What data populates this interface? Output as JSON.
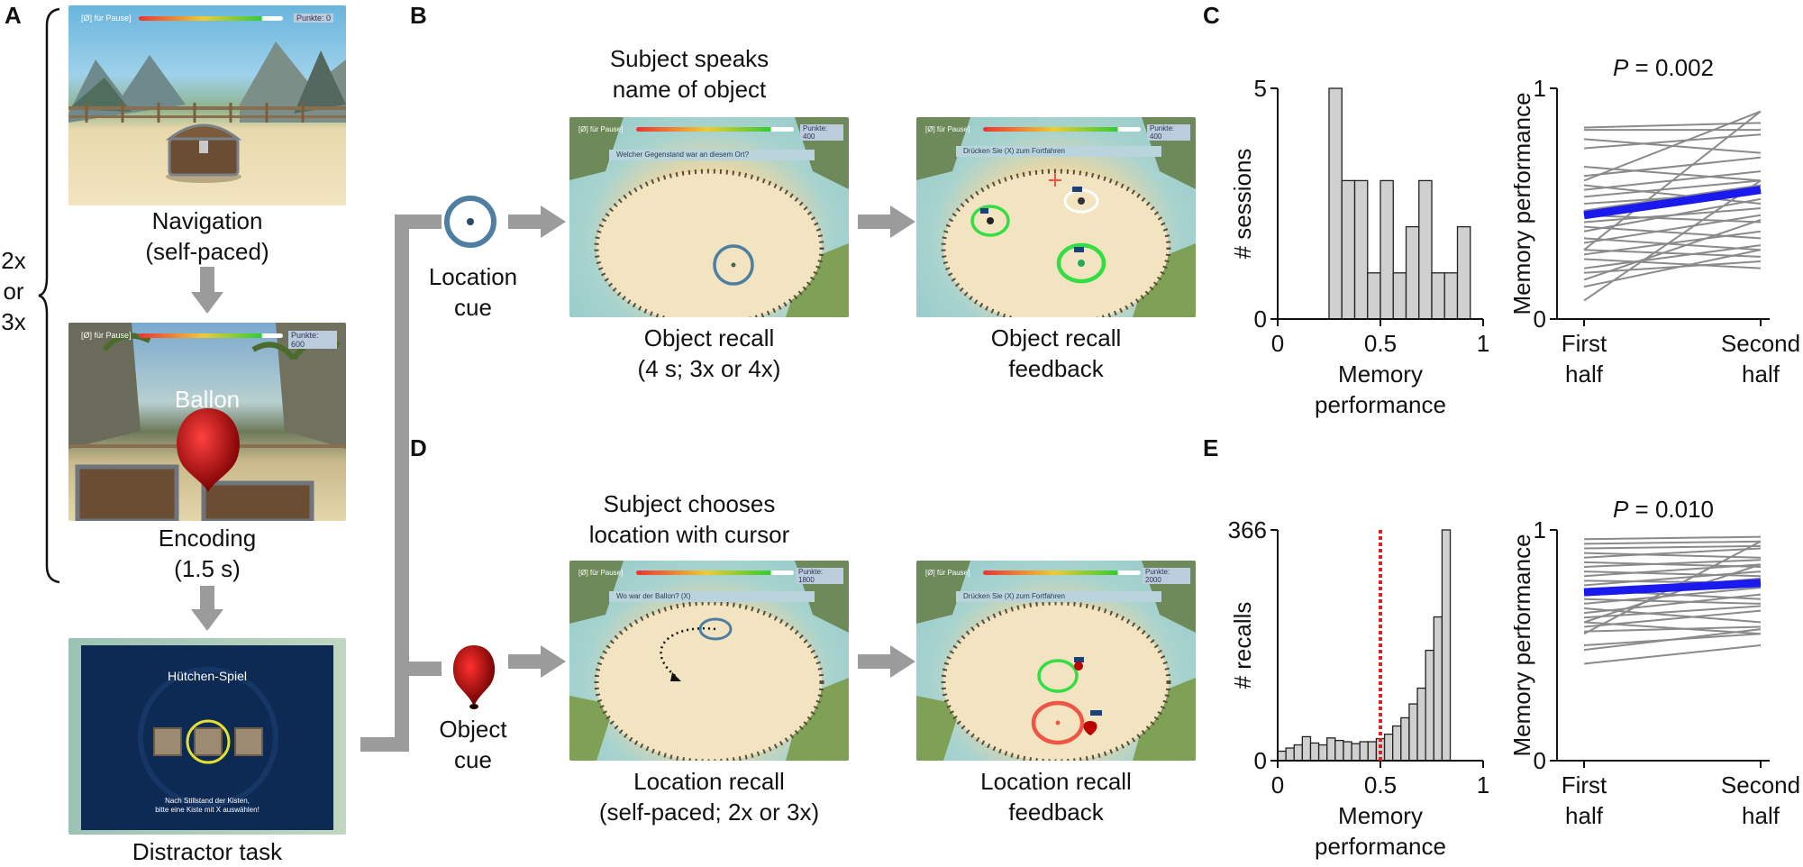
{
  "panels": {
    "a": "A",
    "b": "B",
    "c": "C",
    "d": "D",
    "e": "E"
  },
  "repeat": {
    "line1": "2x",
    "line2": "or",
    "line3": "3x"
  },
  "captions": {
    "navigation": {
      "line1": "Navigation",
      "line2": "(self-paced)"
    },
    "encoding": {
      "line1": "Encoding",
      "line2": "(1.5 s)"
    },
    "distractor": "Distractor task",
    "speaks": {
      "line1": "Subject speaks",
      "line2": "name of object"
    },
    "location_cue": {
      "line1": "Location",
      "line2": "cue"
    },
    "object_recall": {
      "line1": "Object recall",
      "line2": "(4 s; 3x or 4x)"
    },
    "object_feedback": {
      "line1": "Object recall",
      "line2": "feedback"
    },
    "chooses": {
      "line1": "Subject chooses",
      "line2": "location with cursor"
    },
    "object_cue": {
      "line1": "Object",
      "line2": "cue"
    },
    "location_recall": {
      "line1": "Location recall",
      "line2": "(self-paced; 2x or 3x)"
    },
    "location_feedback": {
      "line1": "Location recall",
      "line2": "feedback"
    }
  },
  "screens": {
    "nav_hud_left": "[Ø] für Pause]",
    "nav_score": "Punkte: 0",
    "enc_hud_left": "[Ø] für Pause]",
    "enc_score": "Punkte: 600",
    "balloon_label": "Ballon",
    "distractor_title": "Hütchen-Spiel",
    "distractor_instr1": "Nach Stillstand der Kisten,",
    "distractor_instr2": "bitte eine Kiste mit X auswählen!",
    "or_hud_left": "[Ø] für Pause]",
    "or_score": "Punkte: 400",
    "or_prompt": "Welcher Gegenstand war an diesem Ort?",
    "of_hud_left": "[Ø] für Pause]",
    "of_score": "Punkte: 400",
    "of_prompt": "Drücken Sie (X) zum Fortfahren",
    "lr_hud_left": "[Ø] für Pause]",
    "lr_score": "Punkte: 1800",
    "lr_prompt": "Wo war der Ballon? (X)",
    "lf_hud_left": "[Ø] für Pause]",
    "lf_score": "Punkte: 2000",
    "lf_prompt": "Drücken Sie (X) zum Fortfahren"
  },
  "colors": {
    "arrow": "#9b9b9b",
    "cue_blue": "#4e7fa3",
    "bar_gray": "#d0d0d0",
    "mean_line": "#1a1aee",
    "chance_red": "#e32020",
    "feedback_green": "#33dd44",
    "feedback_red": "#ee5544"
  },
  "chart_data": [
    {
      "type": "bar",
      "panel": "C-left",
      "xlabel": "Memory performance",
      "ylabel": "# sessions",
      "xlim": [
        0,
        1
      ],
      "ylim": [
        0,
        5
      ],
      "xticks": [
        "0",
        "0.5",
        "1"
      ],
      "yticks": [
        "0",
        "5"
      ],
      "bin_start": 0.25,
      "bin_width": 0.0625,
      "values": [
        5,
        3,
        3,
        1,
        3,
        1,
        2,
        3,
        1,
        1,
        2
      ]
    },
    {
      "type": "line",
      "panel": "C-right",
      "title": "P = 0.002",
      "title_p": "P",
      "title_rest": " = 0.002",
      "ylabel": "Memory performance",
      "ylim": [
        0,
        1
      ],
      "yticks": [
        "0",
        "1"
      ],
      "categories": [
        {
          "line1": "First",
          "line2": "half"
        },
        {
          "line1": "Second",
          "line2": "half"
        }
      ],
      "subjects": [
        [
          0.83,
          0.85
        ],
        [
          0.82,
          0.82
        ],
        [
          0.78,
          0.72
        ],
        [
          0.74,
          0.8
        ],
        [
          0.66,
          0.6
        ],
        [
          0.62,
          0.7
        ],
        [
          0.58,
          0.5
        ],
        [
          0.56,
          0.64
        ],
        [
          0.5,
          0.55
        ],
        [
          0.47,
          0.58
        ],
        [
          0.45,
          0.42
        ],
        [
          0.42,
          0.48
        ],
        [
          0.4,
          0.35
        ],
        [
          0.38,
          0.52
        ],
        [
          0.35,
          0.3
        ],
        [
          0.33,
          0.45
        ],
        [
          0.3,
          0.27
        ],
        [
          0.28,
          0.38
        ],
        [
          0.26,
          0.22
        ],
        [
          0.22,
          0.32
        ],
        [
          0.2,
          0.25
        ],
        [
          0.17,
          0.43
        ],
        [
          0.14,
          0.3
        ],
        [
          0.08,
          0.6
        ],
        [
          0.6,
          0.9
        ],
        [
          0.53,
          0.6
        ],
        [
          0.3,
          0.9
        ]
      ],
      "mean": [
        0.45,
        0.56
      ]
    },
    {
      "type": "bar",
      "panel": "E-left",
      "xlabel": "Memory performance",
      "ylabel": "# recalls",
      "xlim": [
        0,
        1
      ],
      "ylim": [
        0,
        366
      ],
      "xticks": [
        "0",
        "0.5",
        "1"
      ],
      "yticks": [
        "0",
        "366"
      ],
      "bin_start": 0,
      "bin_width": 0.04,
      "values": [
        15,
        20,
        25,
        38,
        28,
        25,
        36,
        32,
        30,
        27,
        30,
        30,
        35,
        42,
        55,
        68,
        90,
        115,
        175,
        228,
        366
      ],
      "chance_x": 0.5
    },
    {
      "type": "line",
      "panel": "E-right",
      "title": "P = 0.010",
      "title_p": "P",
      "title_rest": " = 0.010",
      "ylabel": "Memory performance",
      "ylim": [
        0,
        1
      ],
      "yticks": [
        "0",
        "1"
      ],
      "categories": [
        {
          "line1": "First",
          "line2": "half"
        },
        {
          "line1": "Second",
          "line2": "half"
        }
      ],
      "subjects": [
        [
          0.96,
          0.97
        ],
        [
          0.94,
          0.95
        ],
        [
          0.92,
          0.93
        ],
        [
          0.9,
          0.88
        ],
        [
          0.88,
          0.92
        ],
        [
          0.86,
          0.84
        ],
        [
          0.84,
          0.87
        ],
        [
          0.82,
          0.8
        ],
        [
          0.8,
          0.85
        ],
        [
          0.78,
          0.77
        ],
        [
          0.76,
          0.82
        ],
        [
          0.74,
          0.7
        ],
        [
          0.72,
          0.79
        ],
        [
          0.7,
          0.68
        ],
        [
          0.68,
          0.75
        ],
        [
          0.66,
          0.6
        ],
        [
          0.64,
          0.72
        ],
        [
          0.62,
          0.67
        ],
        [
          0.6,
          0.55
        ],
        [
          0.58,
          0.65
        ],
        [
          0.56,
          0.58
        ],
        [
          0.5,
          0.55
        ],
        [
          0.48,
          0.57
        ],
        [
          0.42,
          0.5
        ],
        [
          0.6,
          0.85
        ],
        [
          0.55,
          0.95
        ]
      ],
      "mean": [
        0.73,
        0.77
      ]
    }
  ]
}
